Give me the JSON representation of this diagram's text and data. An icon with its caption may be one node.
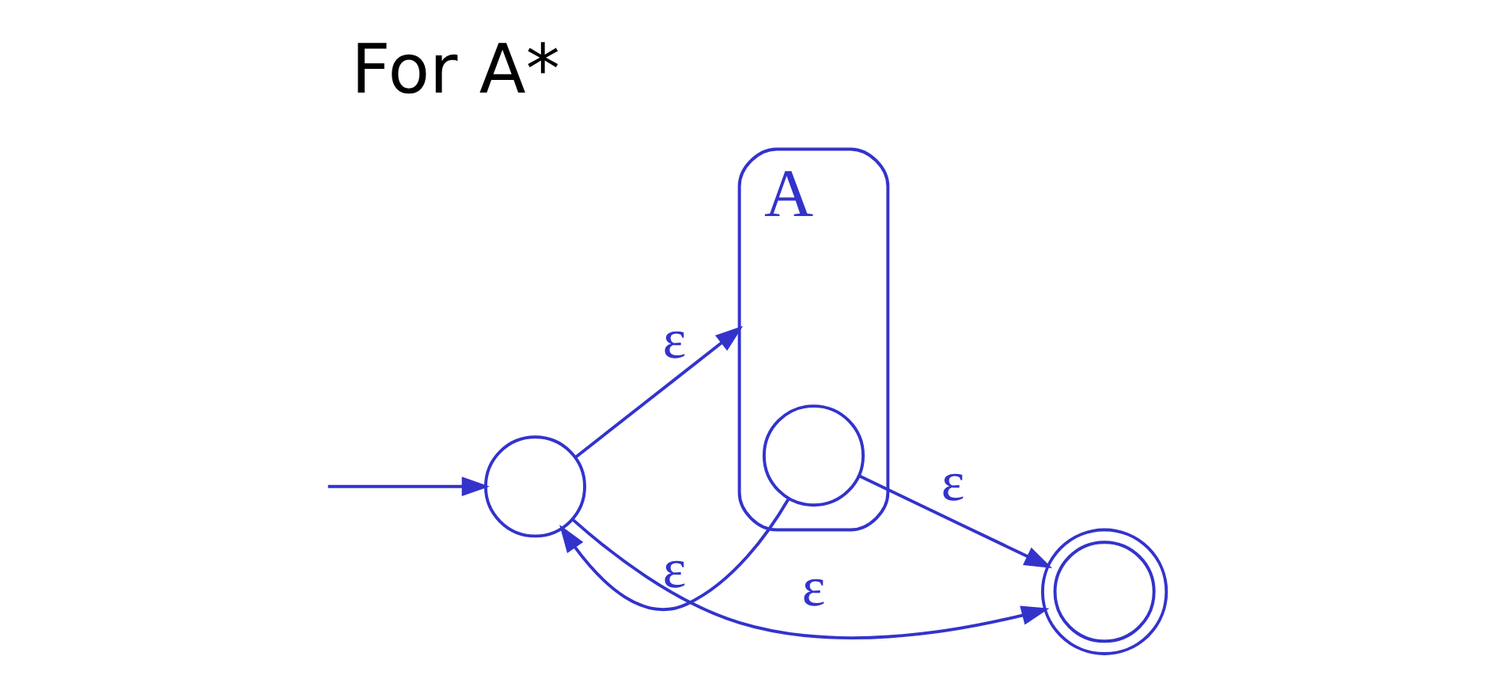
{
  "diagram": {
    "title": "For A*",
    "nodes": [
      {
        "text": [],
        "shape": "circle"
      },
      {
        "text": [
          "A"
        ]
      },
      {
        "text": [],
        "shape": "circle",
        "in": 1
      },
      {
        "text": [],
        "shape": "circle"
      }
    ],
    "edges": [
      {
        "from": null,
        "to": 0,
        "arrow": "to"
      },
      {
        "from": 0,
        "to": 1,
        "label": "ε",
        "arrow": "to"
      },
      {
        "from": 2,
        "to": 0,
        "label": "ε",
        "arrow": "to"
      },
      {
        "from": 2,
        "to": 3,
        "label": "ε",
        "arrow": "to"
      },
      {
        "from": 0,
        "to": 3,
        "label": "ε",
        "arrow": "to"
      }
    ]
  }
}
